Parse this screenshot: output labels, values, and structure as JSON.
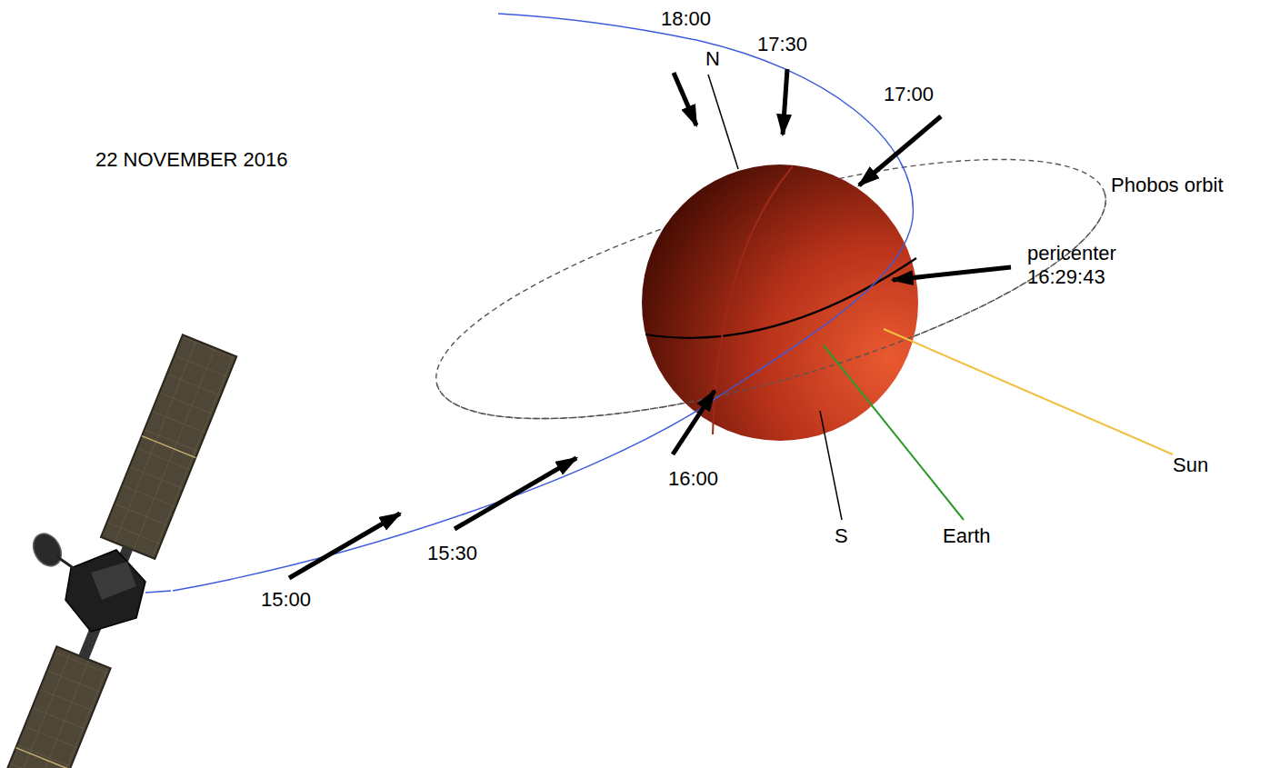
{
  "diagram": {
    "title": "22 NOVEMBER 2016",
    "labels": [
      "18:00",
      "N",
      "17:30",
      "17:00",
      "Phobos orbit",
      "pericenter 16:29:43",
      "16:00",
      "15:30",
      "15:00",
      "S",
      "Earth",
      "Sun"
    ]
  }
}
